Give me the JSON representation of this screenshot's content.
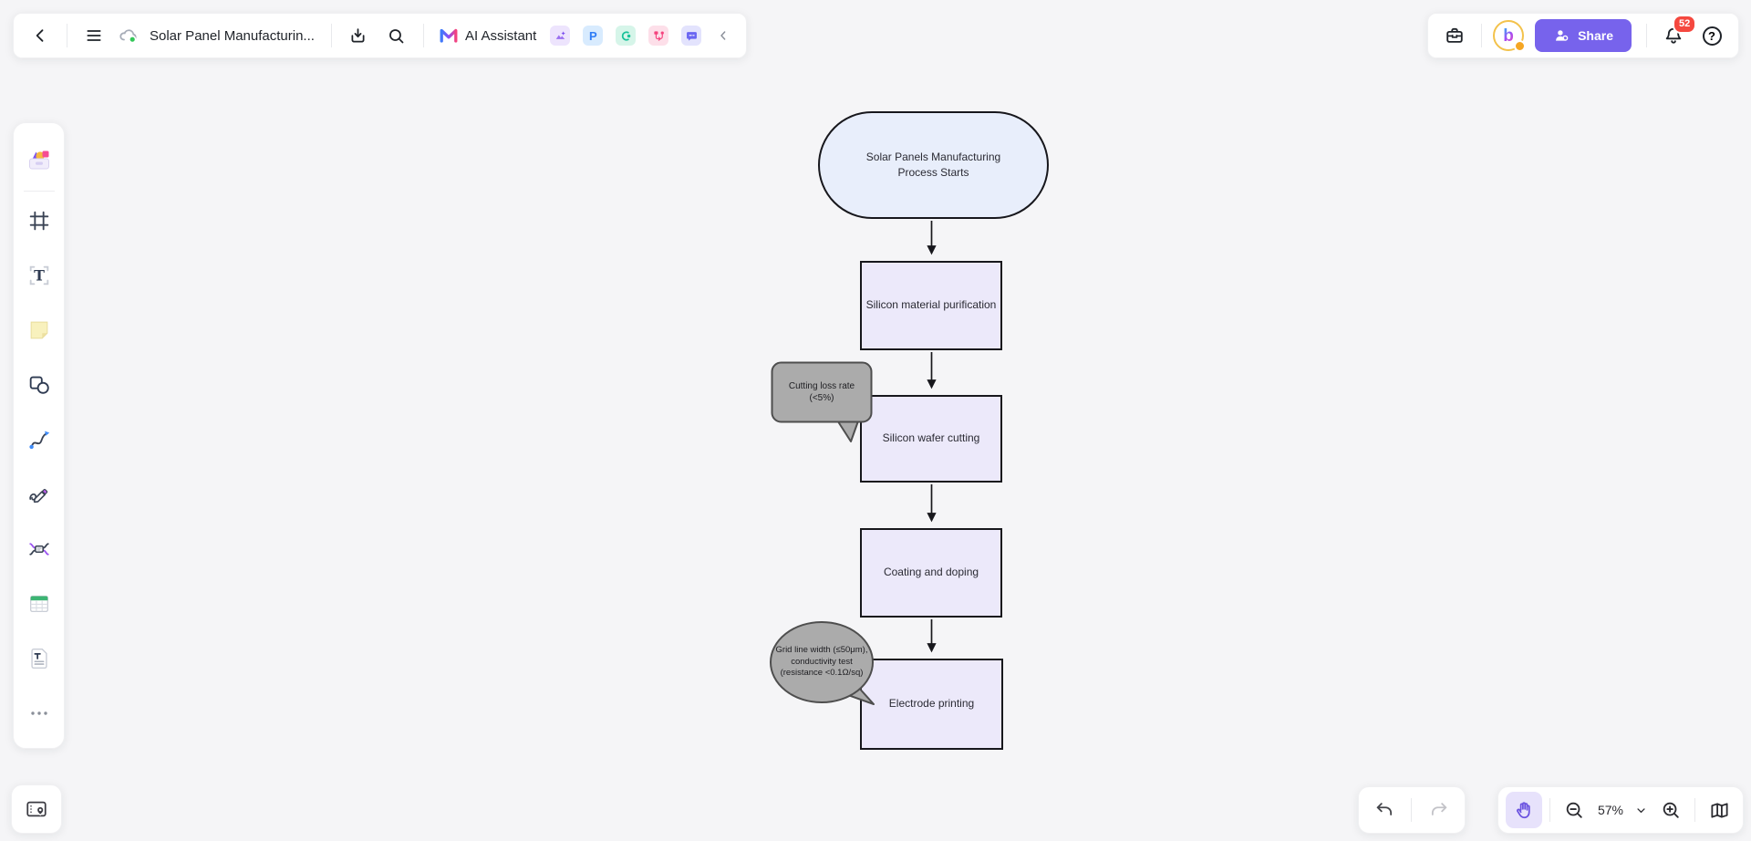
{
  "topbar": {
    "title": "Solar Panel Manufacturin...",
    "ai_assistant_label": "AI Assistant",
    "ppt_glyph": "P",
    "share_label": "Share",
    "notification_count": "52",
    "avatar_letter": "b",
    "help_glyph": "?",
    "left_icons": [
      "back-icon",
      "menu-icon",
      "cloud-sync-icon",
      "export-icon",
      "search-icon",
      "ai-logo",
      "ai-image-icon",
      "ai-ppt-icon",
      "ai-mindmap-icon",
      "ai-flowchart-icon",
      "ai-chat-icon",
      "collapse-icon"
    ],
    "right_icons": [
      "toolbox-icon",
      "avatar",
      "share-button",
      "notifications-bell-icon",
      "help-icon"
    ]
  },
  "sidebar": {
    "items": [
      "templates",
      "frame",
      "text",
      "sticky-note",
      "shapes",
      "connector",
      "pen",
      "mindmap",
      "table",
      "document",
      "more"
    ]
  },
  "canvas": {
    "flowchart": {
      "nodes": [
        {
          "id": "start",
          "shape": "terminator",
          "label": "Solar Panels Manufacturing Process Starts",
          "fill": "#E8EEFB"
        },
        {
          "id": "step1",
          "shape": "process",
          "label": "Silicon material purification",
          "fill": "#ECE9FA"
        },
        {
          "id": "step2",
          "shape": "process",
          "label": "Silicon wafer cutting",
          "fill": "#ECE9FA"
        },
        {
          "id": "step3",
          "shape": "process",
          "label": "Coating and doping",
          "fill": "#ECE9FA"
        },
        {
          "id": "step4",
          "shape": "process",
          "label": "Electrode printing",
          "fill": "#ECE9FA"
        }
      ],
      "edges": [
        {
          "from": "start",
          "to": "step1"
        },
        {
          "from": "step1",
          "to": "step2"
        },
        {
          "from": "step2",
          "to": "step3"
        },
        {
          "from": "step3",
          "to": "step4"
        }
      ],
      "annotations": [
        {
          "shape": "speech-rect",
          "target": "step2",
          "label": "Cutting loss rate (<5%)",
          "fill": "#ABABAB"
        },
        {
          "shape": "speech-ellipse",
          "target": "step4",
          "label": "Grid line width (≤50μm), conductivity test (resistance <0.1Ω/sq)",
          "fill": "#ABABAB"
        }
      ]
    }
  },
  "controls": {
    "zoom_level": "57%",
    "active_tool": "hand",
    "undo_enabled": true,
    "redo_enabled": false
  },
  "colors": {
    "canvas_bg": "#F5F5F7",
    "panel_bg": "#FFFFFF",
    "accent_purple": "#7763EC",
    "badge_red": "#F5483F",
    "terminator_fill": "#E8EEFB",
    "process_fill": "#ECE9FA",
    "annotation_fill": "#ABABAB",
    "shape_border": "#17171C",
    "sync_green": "#34C759"
  }
}
